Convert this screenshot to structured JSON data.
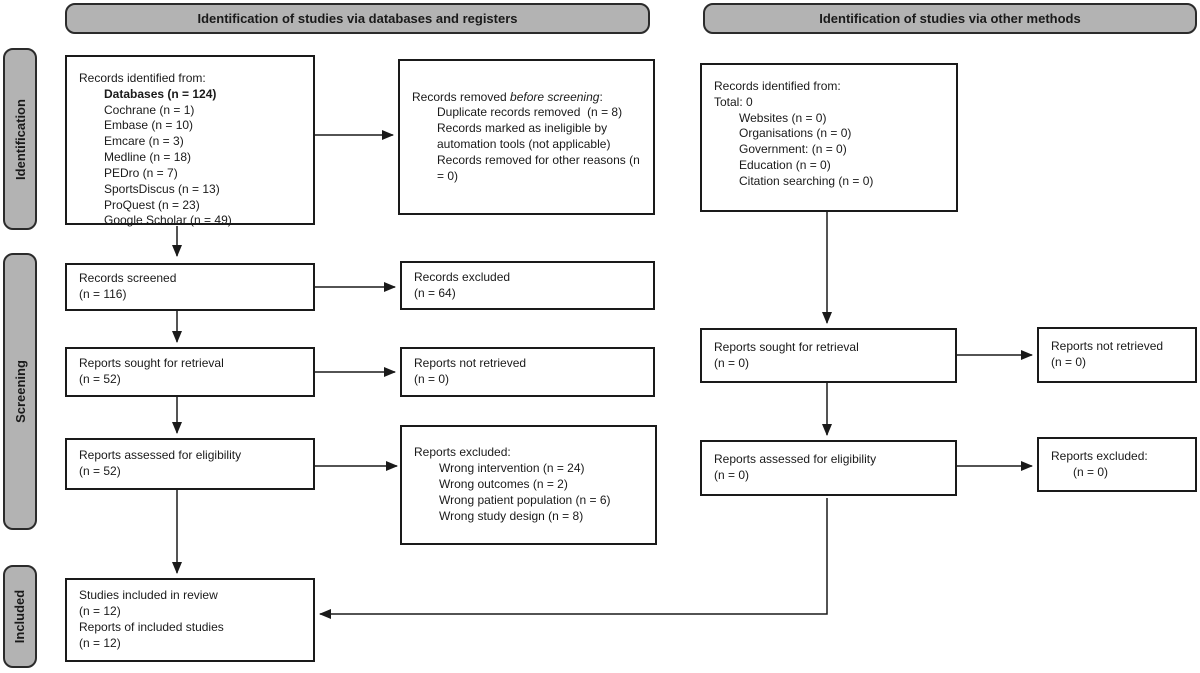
{
  "headers": {
    "left": "Identification of studies via databases and registers",
    "right": "Identification of studies via other methods"
  },
  "stages": {
    "identification": "Identification",
    "screening": "Screening",
    "included": "Included"
  },
  "left_column": {
    "records_identified": {
      "title": "Records identified from:",
      "bold_item": "Databases (n = 124)",
      "items": [
        "Cochrane (n = 1)",
        "Embase (n = 10)",
        "Emcare (n = 3)",
        "Medline (n = 18)",
        "PEDro (n = 7)",
        "SportsDiscus (n = 13)",
        "ProQuest (n = 23)",
        "Google Scholar (n = 49)"
      ]
    },
    "records_removed": {
      "title_prefix": "Records removed ",
      "title_italic": "before screening",
      "title_suffix": ":",
      "items": [
        "Duplicate records removed  (n = 8)",
        "Records marked as ineligible by automation tools (not applicable)",
        "Records removed for other reasons (n = 0)"
      ]
    },
    "records_screened": {
      "line1": "Records screened",
      "line2": "(n = 116)"
    },
    "records_excluded": {
      "line1": "Records excluded",
      "line2": "(n = 64)"
    },
    "reports_sought": {
      "line1": "Reports sought for retrieval",
      "line2": "(n = 52)"
    },
    "reports_not_retrieved": {
      "line1": "Reports not retrieved",
      "line2": "(n = 0)"
    },
    "reports_assessed": {
      "line1": "Reports assessed for eligibility",
      "line2": "(n = 52)"
    },
    "reports_excluded": {
      "title": "Reports excluded:",
      "items": [
        "Wrong intervention (n = 24)",
        "Wrong outcomes (n = 2)",
        "Wrong patient population (n = 6)",
        "Wrong study design (n = 8)"
      ]
    },
    "included": {
      "lines": [
        "Studies included in review",
        "(n = 12)",
        "Reports of included studies",
        "(n = 12)"
      ]
    }
  },
  "right_column": {
    "records_identified": {
      "title": "Records identified from:",
      "subtitle": "Total: 0",
      "items": [
        "Websites (n = 0)",
        "Organisations (n = 0)",
        "Government: (n = 0)",
        "Education (n = 0)",
        "Citation searching (n = 0)"
      ]
    },
    "reports_sought": {
      "line1": "Reports sought for retrieval",
      "line2": "(n = 0)"
    },
    "reports_not_retrieved": {
      "line1": "Reports not retrieved",
      "line2": "(n = 0)"
    },
    "reports_assessed": {
      "line1": "Reports assessed for eligibility",
      "line2": "(n = 0)"
    },
    "reports_excluded": {
      "line1": "Reports excluded:",
      "line2": "(n = 0)"
    }
  },
  "colors": {
    "band_fill": "#b3b3b3",
    "band_border": "#2b2b2b",
    "box_border": "#1a1a1a",
    "text": "#1a1a1a",
    "background": "#ffffff"
  }
}
